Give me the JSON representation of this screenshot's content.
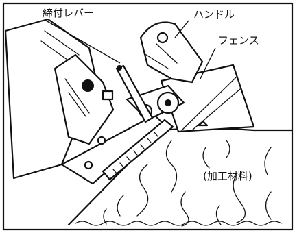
{
  "labels": {
    "lever": "締付レバー",
    "handle": "ハンドル",
    "fence": "フェンス",
    "workpiece": "(加工材料)"
  },
  "colors": {
    "ink": "#111111",
    "paper": "#ffffff"
  }
}
